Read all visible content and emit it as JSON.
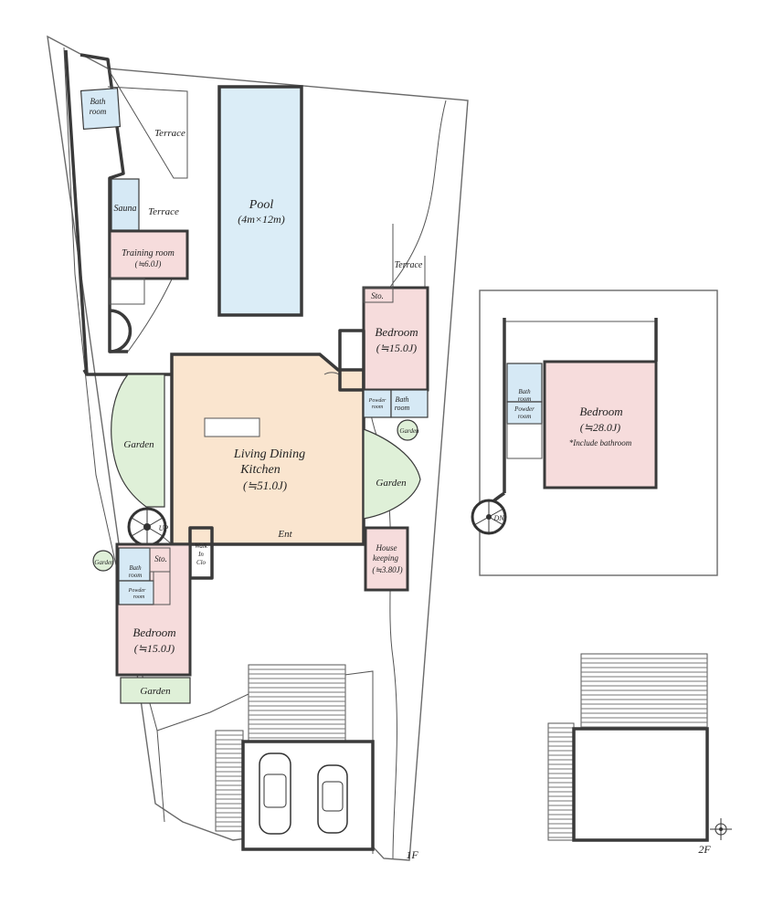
{
  "floors": {
    "first": "1F",
    "second": "2F"
  },
  "rooms": {
    "bath_top": [
      "Bath",
      "room"
    ],
    "terrace_top": "Terrace",
    "terrace_mid": "Terrace",
    "terrace_right": "Terrace",
    "sauna": "Sauna",
    "training": [
      "Training room",
      "(≒6.0J)"
    ],
    "pool": [
      "Pool",
      "(4m×12m)"
    ],
    "storage_bed1": "Sto.",
    "bedroom1": [
      "Bedroom",
      "(≒15.0J)"
    ],
    "powder_small": [
      "Powder",
      "room"
    ],
    "bath_small": [
      "Bath",
      "room"
    ],
    "garden_small": "Garden",
    "garden_left": "Garden",
    "ldk": [
      "Living Dining",
      "Kitchen",
      "(≒51.0J)"
    ],
    "entrance": "Ent",
    "garden_right": "Garden",
    "house_keeping": [
      "House",
      "keeping",
      "(≒3.80J)"
    ],
    "up": "UP",
    "walk_in": [
      "Walk",
      "In",
      "Clo"
    ],
    "storage_bed2": "Sto.",
    "bath_bed2": [
      "Bath",
      "room"
    ],
    "powder_bed2": [
      "Powder",
      "room"
    ],
    "garden_tiny": "Garden",
    "bedroom2": [
      "Bedroom",
      "(≒15.0J)"
    ],
    "garden_bottom": "Garden",
    "bath_2f": [
      "Bath",
      "room"
    ],
    "powder_2f": [
      "Powder",
      "room"
    ],
    "bedroom_2f": [
      "Bedroom",
      "(≒28.0J)",
      "*Include bathroom"
    ],
    "down": "DN"
  },
  "colors": {
    "pool": "#dbedf7",
    "ldk": "#fae5cf",
    "bedroom": "#f6dcdc",
    "wet_area": "#d6e9f5",
    "garden": "#dff0d8"
  },
  "icons": [
    "compass-icon",
    "car-icon",
    "spiral-stair-icon"
  ]
}
